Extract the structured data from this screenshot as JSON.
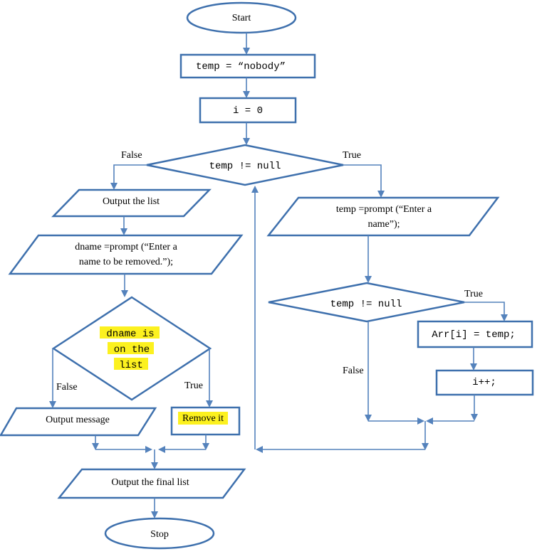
{
  "colors": {
    "shape_stroke": "#3e70ad",
    "connector": "#5482bc",
    "highlight": "#fcf11f"
  },
  "nodes": {
    "start": "Start",
    "init_temp": "temp = “nobody”",
    "init_i": "i = 0",
    "cond_main": "temp != null",
    "output_list": "Output the list",
    "prompt_remove": [
      "dname =prompt (“Enter a",
      "name to be removed.”);"
    ],
    "cond_on_list": [
      "dname is",
      "on the",
      "list"
    ],
    "output_message": "Output message",
    "remove_it": "Remove it",
    "output_final": "Output the final list",
    "stop": "Stop",
    "prompt_name": [
      "temp =prompt (“Enter a",
      "name”);"
    ],
    "cond_inner": "temp != null",
    "assign_arr": "Arr[i] = temp;",
    "increment": "i++;"
  },
  "edge_labels": {
    "main_false": "False",
    "main_true": "True",
    "list_false": "False",
    "list_true": "True",
    "inner_true": "True",
    "inner_false": "False"
  }
}
